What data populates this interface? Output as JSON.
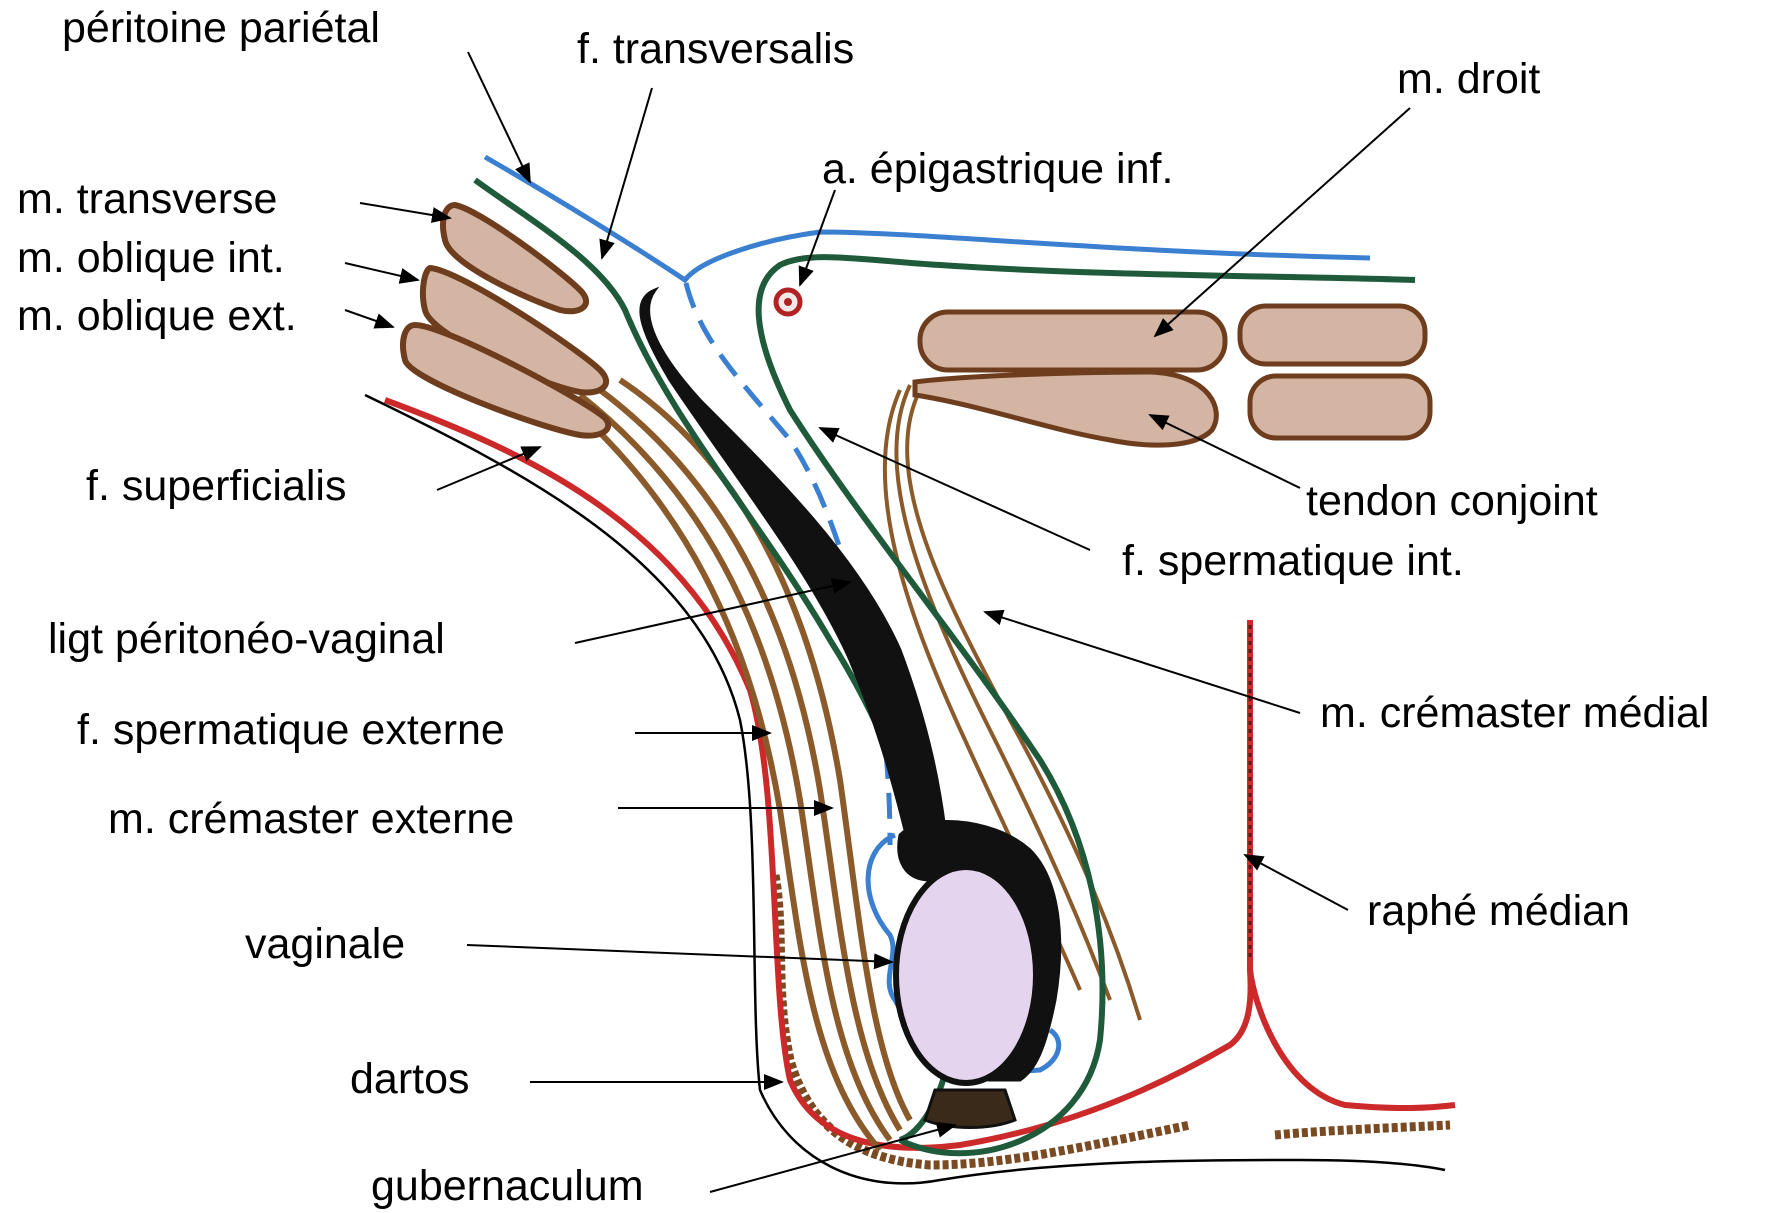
{
  "labels": {
    "peritoine_parietal": "péritoine pariétal",
    "f_transversalis": "f. transversalis",
    "m_droit": "m. droit",
    "a_epigastrique": "a. épigastrique inf.",
    "m_transverse": "m. transverse",
    "m_oblique_int": "m. oblique int.",
    "m_oblique_ext": "m. oblique ext.",
    "f_superficialis": "f. superficialis",
    "tendon_conjoint": "tendon conjoint",
    "f_spermatique_int": "f. spermatique int.",
    "ligt_peritoneo_vaginal": "ligt péritonéo-vaginal",
    "m_cremaster_medial": "m. crémaster médial",
    "f_spermatique_externe": "f. spermatique externe",
    "m_cremaster_externe": "m. crémaster externe",
    "raphe_median": "raphé médian",
    "vaginale": "vaginale",
    "dartos": "dartos",
    "gubernaculum": "gubernaculum"
  },
  "colors": {
    "peritoneum": "#3b7fd0",
    "transversalis": "#1f5a3a",
    "muscle_fill": "#d4b5a3",
    "muscle_outline": "#6e3d1e",
    "cremaster": "#8b5a2b",
    "superficialis": "#cc2a2a",
    "ligament": "#111111",
    "testis": "#e4d4ee",
    "skin": "#000000"
  }
}
